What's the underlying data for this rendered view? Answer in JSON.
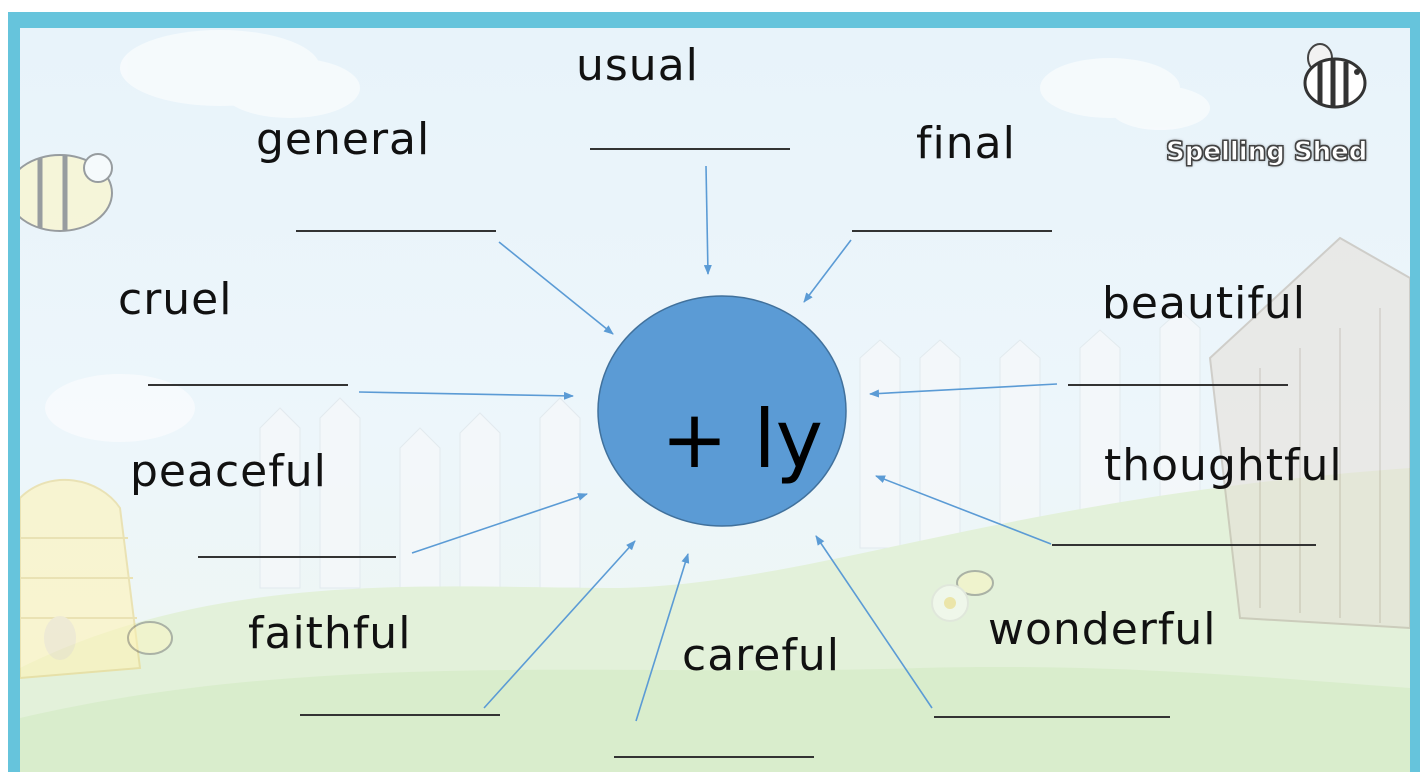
{
  "center": {
    "label": "+ ly",
    "color": "#5b9bd5",
    "border_color": "#41719c"
  },
  "words": [
    {
      "id": "usual",
      "text": "usual"
    },
    {
      "id": "general",
      "text": "general"
    },
    {
      "id": "final",
      "text": "final"
    },
    {
      "id": "cruel",
      "text": "cruel"
    },
    {
      "id": "beautiful",
      "text": "beautiful"
    },
    {
      "id": "peaceful",
      "text": "peaceful"
    },
    {
      "id": "thoughtful",
      "text": "thoughtful"
    },
    {
      "id": "faithful",
      "text": "faithful"
    },
    {
      "id": "careful",
      "text": "careful"
    },
    {
      "id": "wonderful",
      "text": "wonderful"
    }
  ],
  "logo": {
    "text": "Spelling Shed",
    "icon": "bee-icon"
  },
  "colors": {
    "frame": "#66c4dc",
    "arrow": "#5b9bd5",
    "blank_line": "#333333",
    "grass": "#c9e7b4"
  }
}
